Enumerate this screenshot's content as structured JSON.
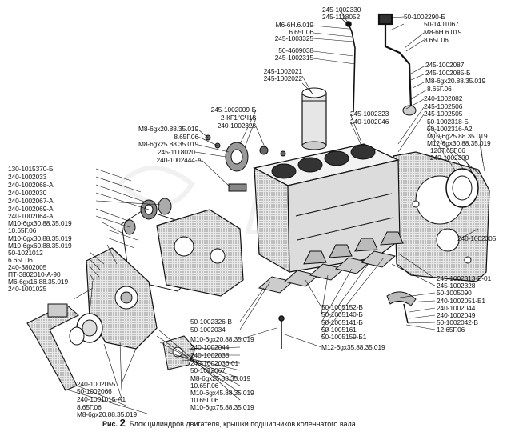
{
  "caption": {
    "prefix": "Рис.",
    "number": "2",
    "text": ". Блок цилиндров двигателя, крышки подшипников коленчатого вала"
  },
  "labels": {
    "l01": "245-1002330",
    "l02": "245-1118052",
    "l03": "M6-6H.6.019",
    "l04": "6.65Г.06",
    "l05": "245-1003325",
    "l06": "50-4609038",
    "l07": "245-1002315",
    "l08": "50-1002290-Б",
    "l09": "50-1401067",
    "l10": "M8-6H.6.019",
    "l11": "8.65Г.06",
    "l12": "245-1002087",
    "l13": "245-1002085-Б",
    "l14": "M8-6gx20.88.35.019",
    "l15": "8.65Г.06",
    "l16": "245-1002021",
    "l17": "245-1002022",
    "l18": "240-1002082",
    "l19": "245-1002506",
    "l20": "245-1002505",
    "l21": "245-1002009-Б",
    "l22": "2-КГ1\"СЧ18",
    "l23": "240-1002328",
    "l24": "245-1002323",
    "l25": "240-1002046",
    "l26": "50-1002318-Б",
    "l27": "50-1002316-А2",
    "l28": "M8-6gx20.88.35.019",
    "l29": "8.65Г.06",
    "l30": "M8-6gx25.88.35.019",
    "l31": "245-1118020",
    "l32": "240-1002444-А",
    "l33": "M10-6g25.88.35.019",
    "l34": "M12-6gx30.88.35.019",
    "l35": "120Т.65Г.06",
    "l36": "240-1002300",
    "l37": "130-1015370-Б",
    "l38": "240-1002033",
    "l39": "240-1002068-А",
    "l40": "240-1002030",
    "l41": "240-1002067-А",
    "l42": "240-1002069-А",
    "l43": "240-1002064-А",
    "l44": "M10-6gx30.88.35.019",
    "l45": "10.65Г.06",
    "l46": "M10-6gx30.88.35.019",
    "l47": "M10-6gx60.88.35.019",
    "l48": "50-1021012",
    "l49": "6.65Г.06",
    "l50": "240-3802005",
    "l51": "ПТ-3802010-А-90",
    "l52": "M6-6gx16.88.35.019",
    "l53": "240-1001025",
    "l54": "240-1002305",
    "l55": "245-1002313-Б-01",
    "l56": "245-1002328",
    "l57": "50-1005090",
    "l58": "240-1002051-Б1",
    "l59": "240-1002044",
    "l60": "240-1002049",
    "l61": "50-1002042-В",
    "l62": "12.65Г.06",
    "l63": "50-1005152-В",
    "l64": "50-1005140-Б",
    "l65": "50-1005141-Б",
    "l66": "50-1005161",
    "l67": "50-1005159-Б1",
    "l68": "M12-6gx35.88.35.019",
    "l69": "50-1002326-В",
    "l70": "50-1002034",
    "l71": "M10-6gx20.88.35.019",
    "l72": "240-1002044",
    "l73": "240-1002038",
    "l74": "240-1002036-01",
    "l75": "50-1022067",
    "l76": "M8-6gx25.88.35.019",
    "l77": "10.65Г.06",
    "l78": "M10-6gx45.88.35.019",
    "l79": "10.65Г.06",
    "l80": "M10-6gx75.88.35.019",
    "l81": "240-1002055",
    "l82": "50-1002066",
    "l83": "240-1001015-А1",
    "l84": "8.65Г.06",
    "l85": "M8-6gx20.88.35.019"
  }
}
